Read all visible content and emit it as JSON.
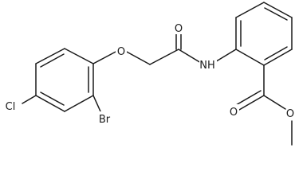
{
  "molecule": {
    "atoms": {
      "o_ether": "O",
      "o_amide": "O",
      "nh": "NH",
      "cl": "Cl",
      "br": "Br",
      "o_ester_carbonyl": "O",
      "o_ester": "O"
    },
    "colors": {
      "bond": "#1a1a1a",
      "label": "#1a1a1a",
      "background": "#ffffff"
    }
  }
}
